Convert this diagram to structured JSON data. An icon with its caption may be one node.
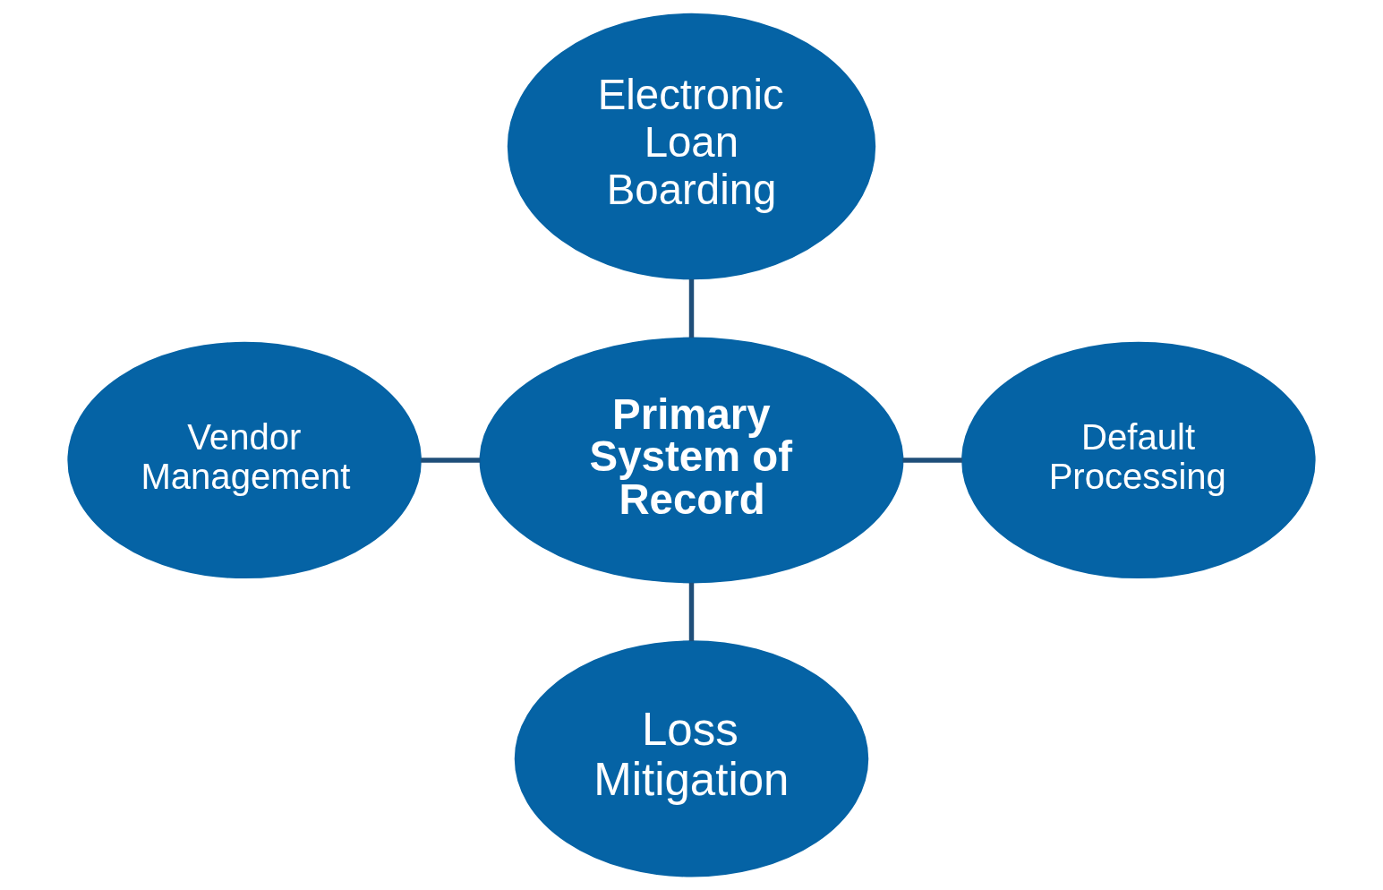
{
  "diagram": {
    "nodes": [
      {
        "text": [
          "Electronic Loan Boarding"
        ]
      },
      {
        "text": [
          "Vendor Management"
        ]
      },
      {
        "text": [
          "Primary System of Record"
        ]
      },
      {
        "text": [
          "Default Processing"
        ]
      },
      {
        "text": [
          "Loss Mitigation"
        ]
      }
    ],
    "edges": [
      {
        "from": 0,
        "to": 2,
        "arrow": "none"
      },
      {
        "from": 1,
        "to": 2,
        "arrow": "none"
      },
      {
        "from": 2,
        "to": 3,
        "arrow": "none"
      },
      {
        "from": 2,
        "to": 4,
        "arrow": "none"
      }
    ]
  }
}
